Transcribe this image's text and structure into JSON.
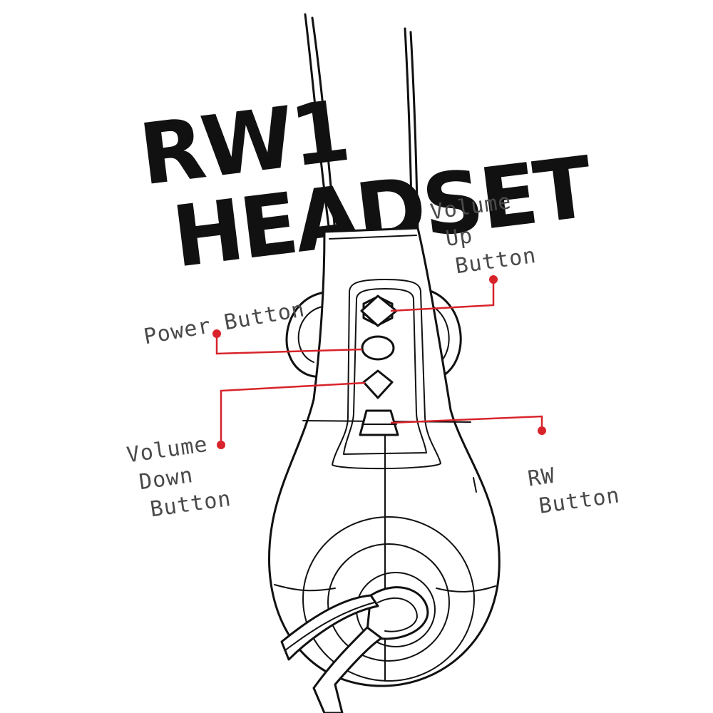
{
  "title": {
    "line1": "RW1",
    "line2": "HEADSET"
  },
  "callouts": {
    "volume_up": [
      "Volume",
      "Up",
      "Button"
    ],
    "power": [
      "Power Button"
    ],
    "volume_down": [
      "Volume",
      "Down",
      "Button"
    ],
    "rw": [
      "RW",
      "Button"
    ]
  },
  "colors": {
    "ink": "#111111",
    "callout_line": "#d8232a",
    "callout_text": "#4a4a4a",
    "background": "#ffffff"
  },
  "icons": {
    "volume_up": "pentagon-up-icon",
    "power": "oval-icon",
    "volume_down": "diamond-icon",
    "rw": "trapezoid-icon"
  }
}
